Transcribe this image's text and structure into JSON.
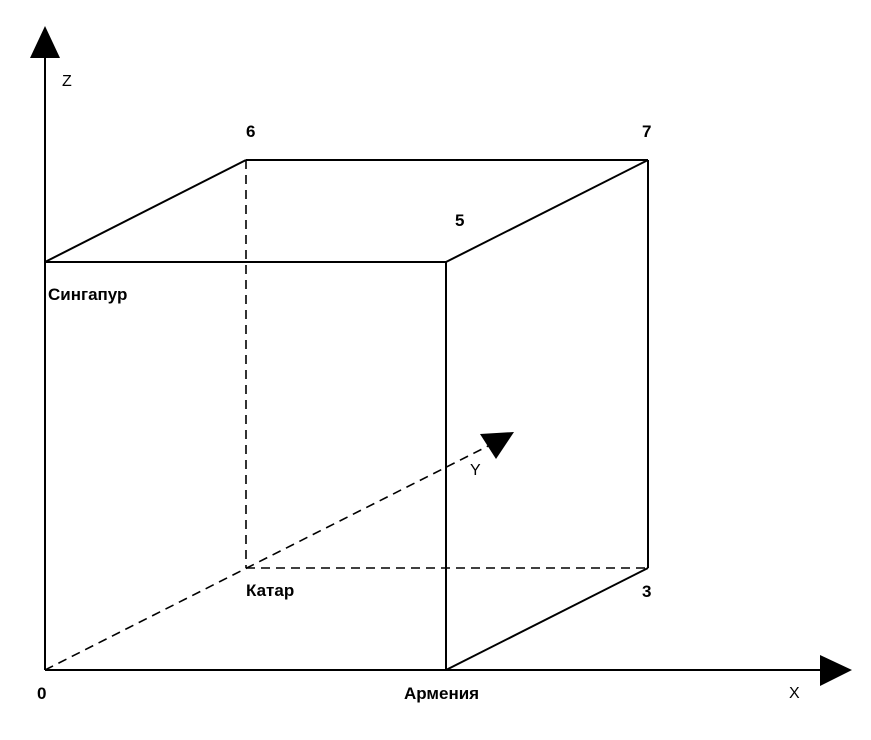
{
  "axes": {
    "x": "X",
    "y": "Y",
    "z": "Z"
  },
  "vertices": {
    "v0": "0",
    "v1": "Армения",
    "v2": "Катар",
    "v3": "3",
    "v4": "Сингапур",
    "v5": "5",
    "v6": "6",
    "v7": "7"
  },
  "colors": {
    "line": "#000000",
    "background": "#ffffff"
  }
}
